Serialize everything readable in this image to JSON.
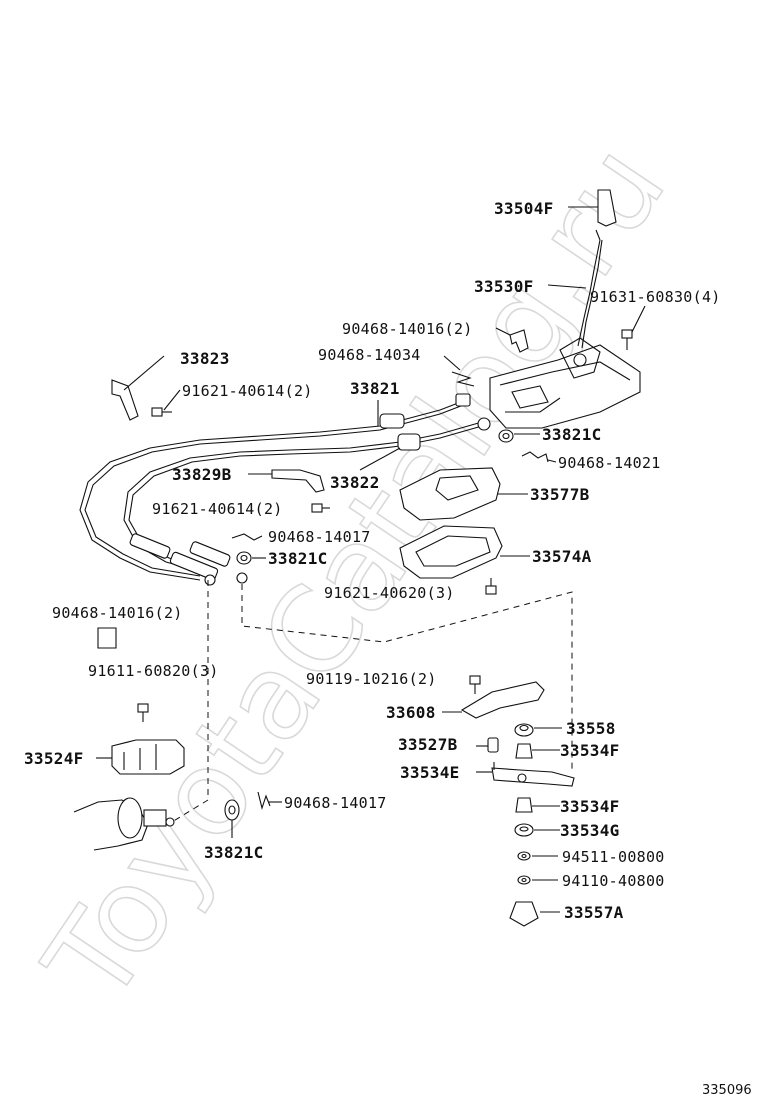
{
  "watermark": "ToyotaCatalog.ru",
  "diagram_code": "335096",
  "labels": {
    "p33504F": "33504F",
    "p33530F": "33530F",
    "p91631": "91631-60830(4)",
    "p90468_14016_top": "90468-14016(2)",
    "p90468_14034": "90468-14034",
    "p33823": "33823",
    "p91621_40614_a": "91621-40614(2)",
    "p33821": "33821",
    "p33821C_a": "33821C",
    "p90468_14021": "90468-14021",
    "p33829B": "33829B",
    "p33822": "33822",
    "p33577B": "33577B",
    "p91621_40614_b": "91621-40614(2)",
    "p90468_14017_a": "90468-14017",
    "p33821C_b": "33821C",
    "p33574A": "33574A",
    "p91621_40620": "91621-40620(3)",
    "p90468_14016_left": "90468-14016(2)",
    "p91611_60820": "91611-60820(3)",
    "p90119_10216": "90119-10216(2)",
    "p33608": "33608",
    "p33558": "33558",
    "p33527B": "33527B",
    "p33534F_a": "33534F",
    "p33534E": "33534E",
    "p33524F": "33524F",
    "p90468_14017_b": "90468-14017",
    "p33534F_b": "33534F",
    "p33534G": "33534G",
    "p33821C_c": "33821C",
    "p94511": "94511-00800",
    "p94110": "94110-40800",
    "p33557A": "33557A"
  }
}
